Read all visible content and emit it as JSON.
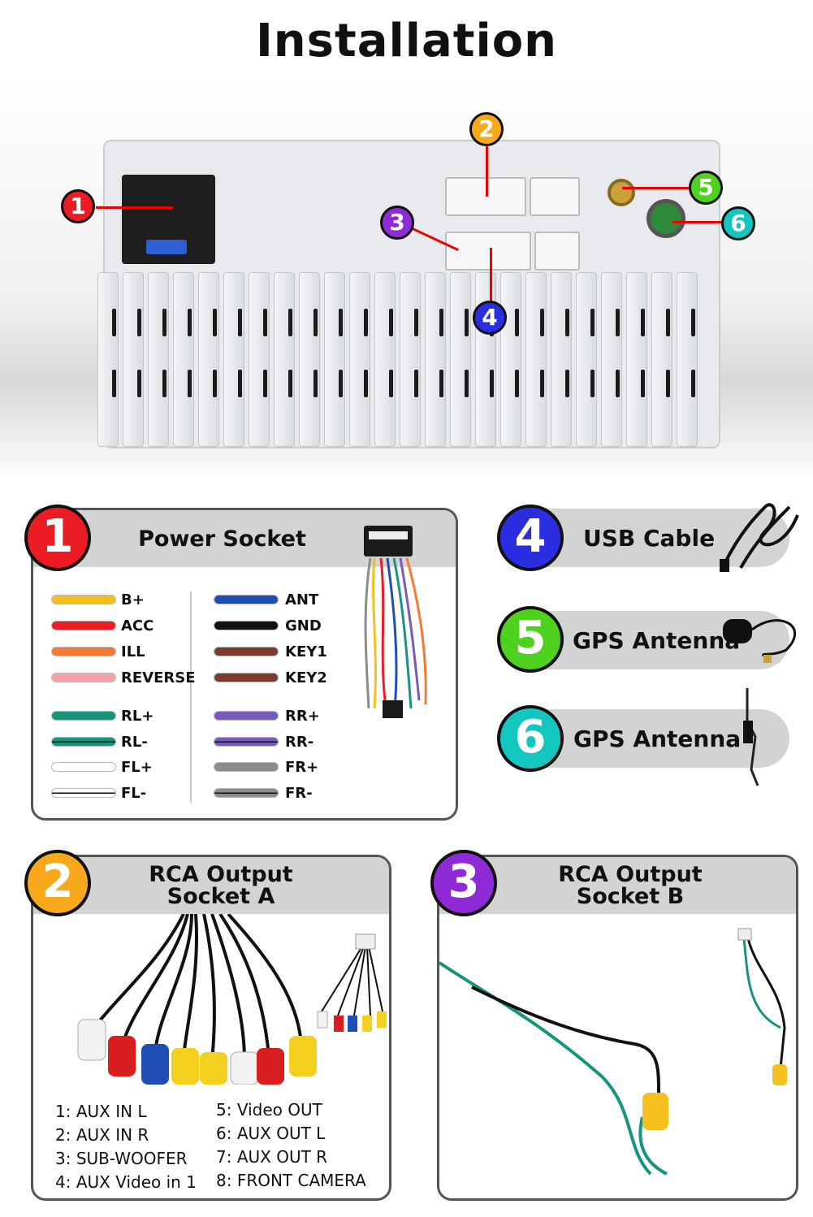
{
  "title": "Installation",
  "callouts": [
    "1",
    "2",
    "3",
    "4",
    "5",
    "6"
  ],
  "power_socket": {
    "number": "1",
    "title": "Power Socket",
    "left_wires": [
      {
        "label": "B+",
        "color": "#f3c020"
      },
      {
        "label": "ACC",
        "color": "#ec1c24"
      },
      {
        "label": "ILL",
        "color": "#f47a36"
      },
      {
        "label": "REVERSE",
        "color": "#f6a0a8"
      },
      {
        "label": "RL+",
        "color": "#17947c"
      },
      {
        "label": "RL-",
        "color": "#17947c"
      },
      {
        "label": "FL+",
        "color": "#ffffff"
      },
      {
        "label": "FL-",
        "color": "#ffffff"
      }
    ],
    "right_wires": [
      {
        "label": "ANT",
        "color": "#1f4eb4"
      },
      {
        "label": "GND",
        "color": "#111111"
      },
      {
        "label": "KEY1",
        "color": "#7b3b2e"
      },
      {
        "label": "KEY2",
        "color": "#7b3b2e"
      },
      {
        "label": "RR+",
        "color": "#7a5ab8"
      },
      {
        "label": "RR-",
        "color": "#7a5ab8"
      },
      {
        "label": "FR+",
        "color": "#8c8c8c"
      },
      {
        "label": "FR-",
        "color": "#8c8c8c"
      }
    ]
  },
  "usb": {
    "number": "4",
    "label": "USB Cable",
    "color": "#2a2ee0"
  },
  "gps": {
    "number": "5",
    "label": "GPS Antenna",
    "color": "#4fd21e"
  },
  "gps2": {
    "number": "6",
    "label": "GPS Antenna",
    "color": "#14c6c0"
  },
  "rca_a": {
    "number": "2",
    "title_line1": "RCA Output",
    "title_line2": "Socket A",
    "left_items": [
      "1: AUX IN L",
      "2: AUX IN R",
      "3: SUB-WOOFER",
      "4: AUX Video in 1"
    ],
    "right_items": [
      "5: Video OUT",
      "6: AUX OUT L",
      "7: AUX OUT R",
      "8: FRONT CAMERA"
    ]
  },
  "rca_b": {
    "number": "3",
    "title_line1": "RCA Output",
    "title_line2": "Socket B"
  },
  "colors": {
    "red": "#ec1c24",
    "orange": "#f7a81b",
    "purple": "#8e2bd6",
    "blue": "#2a2ee0",
    "green": "#4fd21e",
    "teal": "#14c6c0"
  }
}
